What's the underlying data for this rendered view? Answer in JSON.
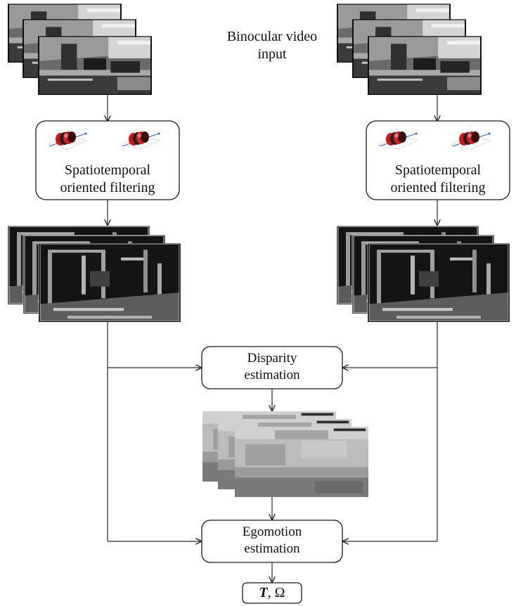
{
  "input_label": [
    "Binocular video",
    "input"
  ],
  "filter_box": {
    "left_lines": [
      "Spatiotemporal",
      "oriented filtering"
    ],
    "right_lines": [
      "Spatiotemporal",
      "oriented filtering"
    ]
  },
  "disparity_box": {
    "lines": [
      "Disparity",
      "estimation"
    ]
  },
  "egomotion_box": {
    "lines": [
      "Egomotion",
      "estimation"
    ]
  },
  "output_label": {
    "bold_symbol": "T",
    "rest": ", Ω"
  },
  "icons": {
    "video_frames": "camera-frames-stack",
    "filter_glyph": "red-ellipsoid-filter-plot",
    "response_frames": "filter-response-stack",
    "disparity_frames": "disparity-map-stack"
  },
  "colors": {
    "line": "#2a2a2a",
    "filter_red": "#c81818",
    "axis_blue": "#3a5fcd"
  }
}
